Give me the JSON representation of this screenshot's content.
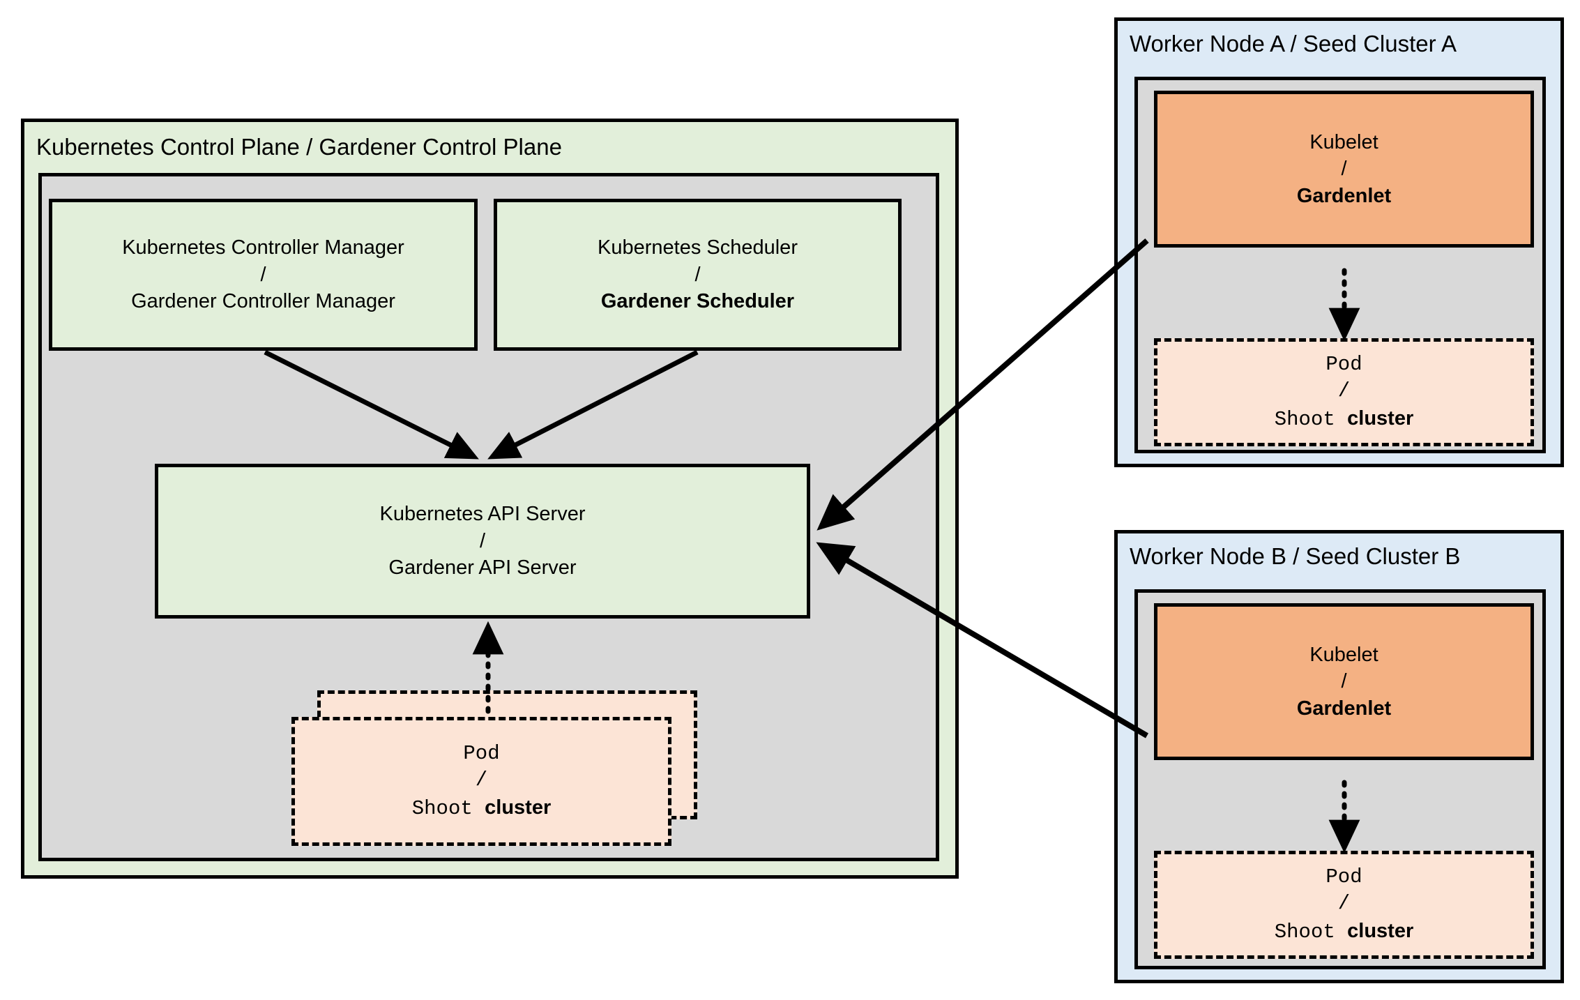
{
  "diagram": {
    "title_control_plane": "Kubernetes Control Plane / Gardener Control Plane",
    "colors": {
      "green_fill": "#e2efda",
      "blue_fill": "#ddeaf6",
      "gray_fill": "#d9d9d9",
      "orange_fill": "#f4b183",
      "pod_fill": "#fce4d6",
      "stroke": "#000000"
    }
  },
  "control_plane": {
    "title": "Kubernetes Control Plane / Gardener Control Plane",
    "controller_manager": {
      "line1": "Kubernetes Controller Manager",
      "separator": "/",
      "line2": "Gardener Controller Manager"
    },
    "scheduler": {
      "line1": "Kubernetes Scheduler",
      "separator": "/",
      "line2": "Gardener Scheduler"
    },
    "api_server": {
      "line1": "Kubernetes API Server",
      "separator": "/",
      "line2": "Gardener API Server"
    },
    "pod": {
      "line1": "Pod",
      "separator": "/",
      "line2_normal": "Shoot ",
      "line2_bold": "cluster"
    }
  },
  "worker_node_a": {
    "title": "Worker Node A / Seed Cluster A",
    "kubelet": {
      "line1": "Kubelet",
      "separator": "/",
      "line2": "Gardenlet"
    },
    "pod": {
      "line1": "Pod",
      "separator": "/",
      "line2_normal": "Shoot ",
      "line2_bold": "cluster"
    }
  },
  "worker_node_b": {
    "title": "Worker Node B / Seed Cluster B",
    "kubelet": {
      "line1": "Kubelet",
      "separator": "/",
      "line2": "Gardenlet"
    },
    "pod": {
      "line1": "Pod",
      "separator": "/",
      "line2_normal": "Shoot ",
      "line2_bold": "cluster"
    }
  }
}
